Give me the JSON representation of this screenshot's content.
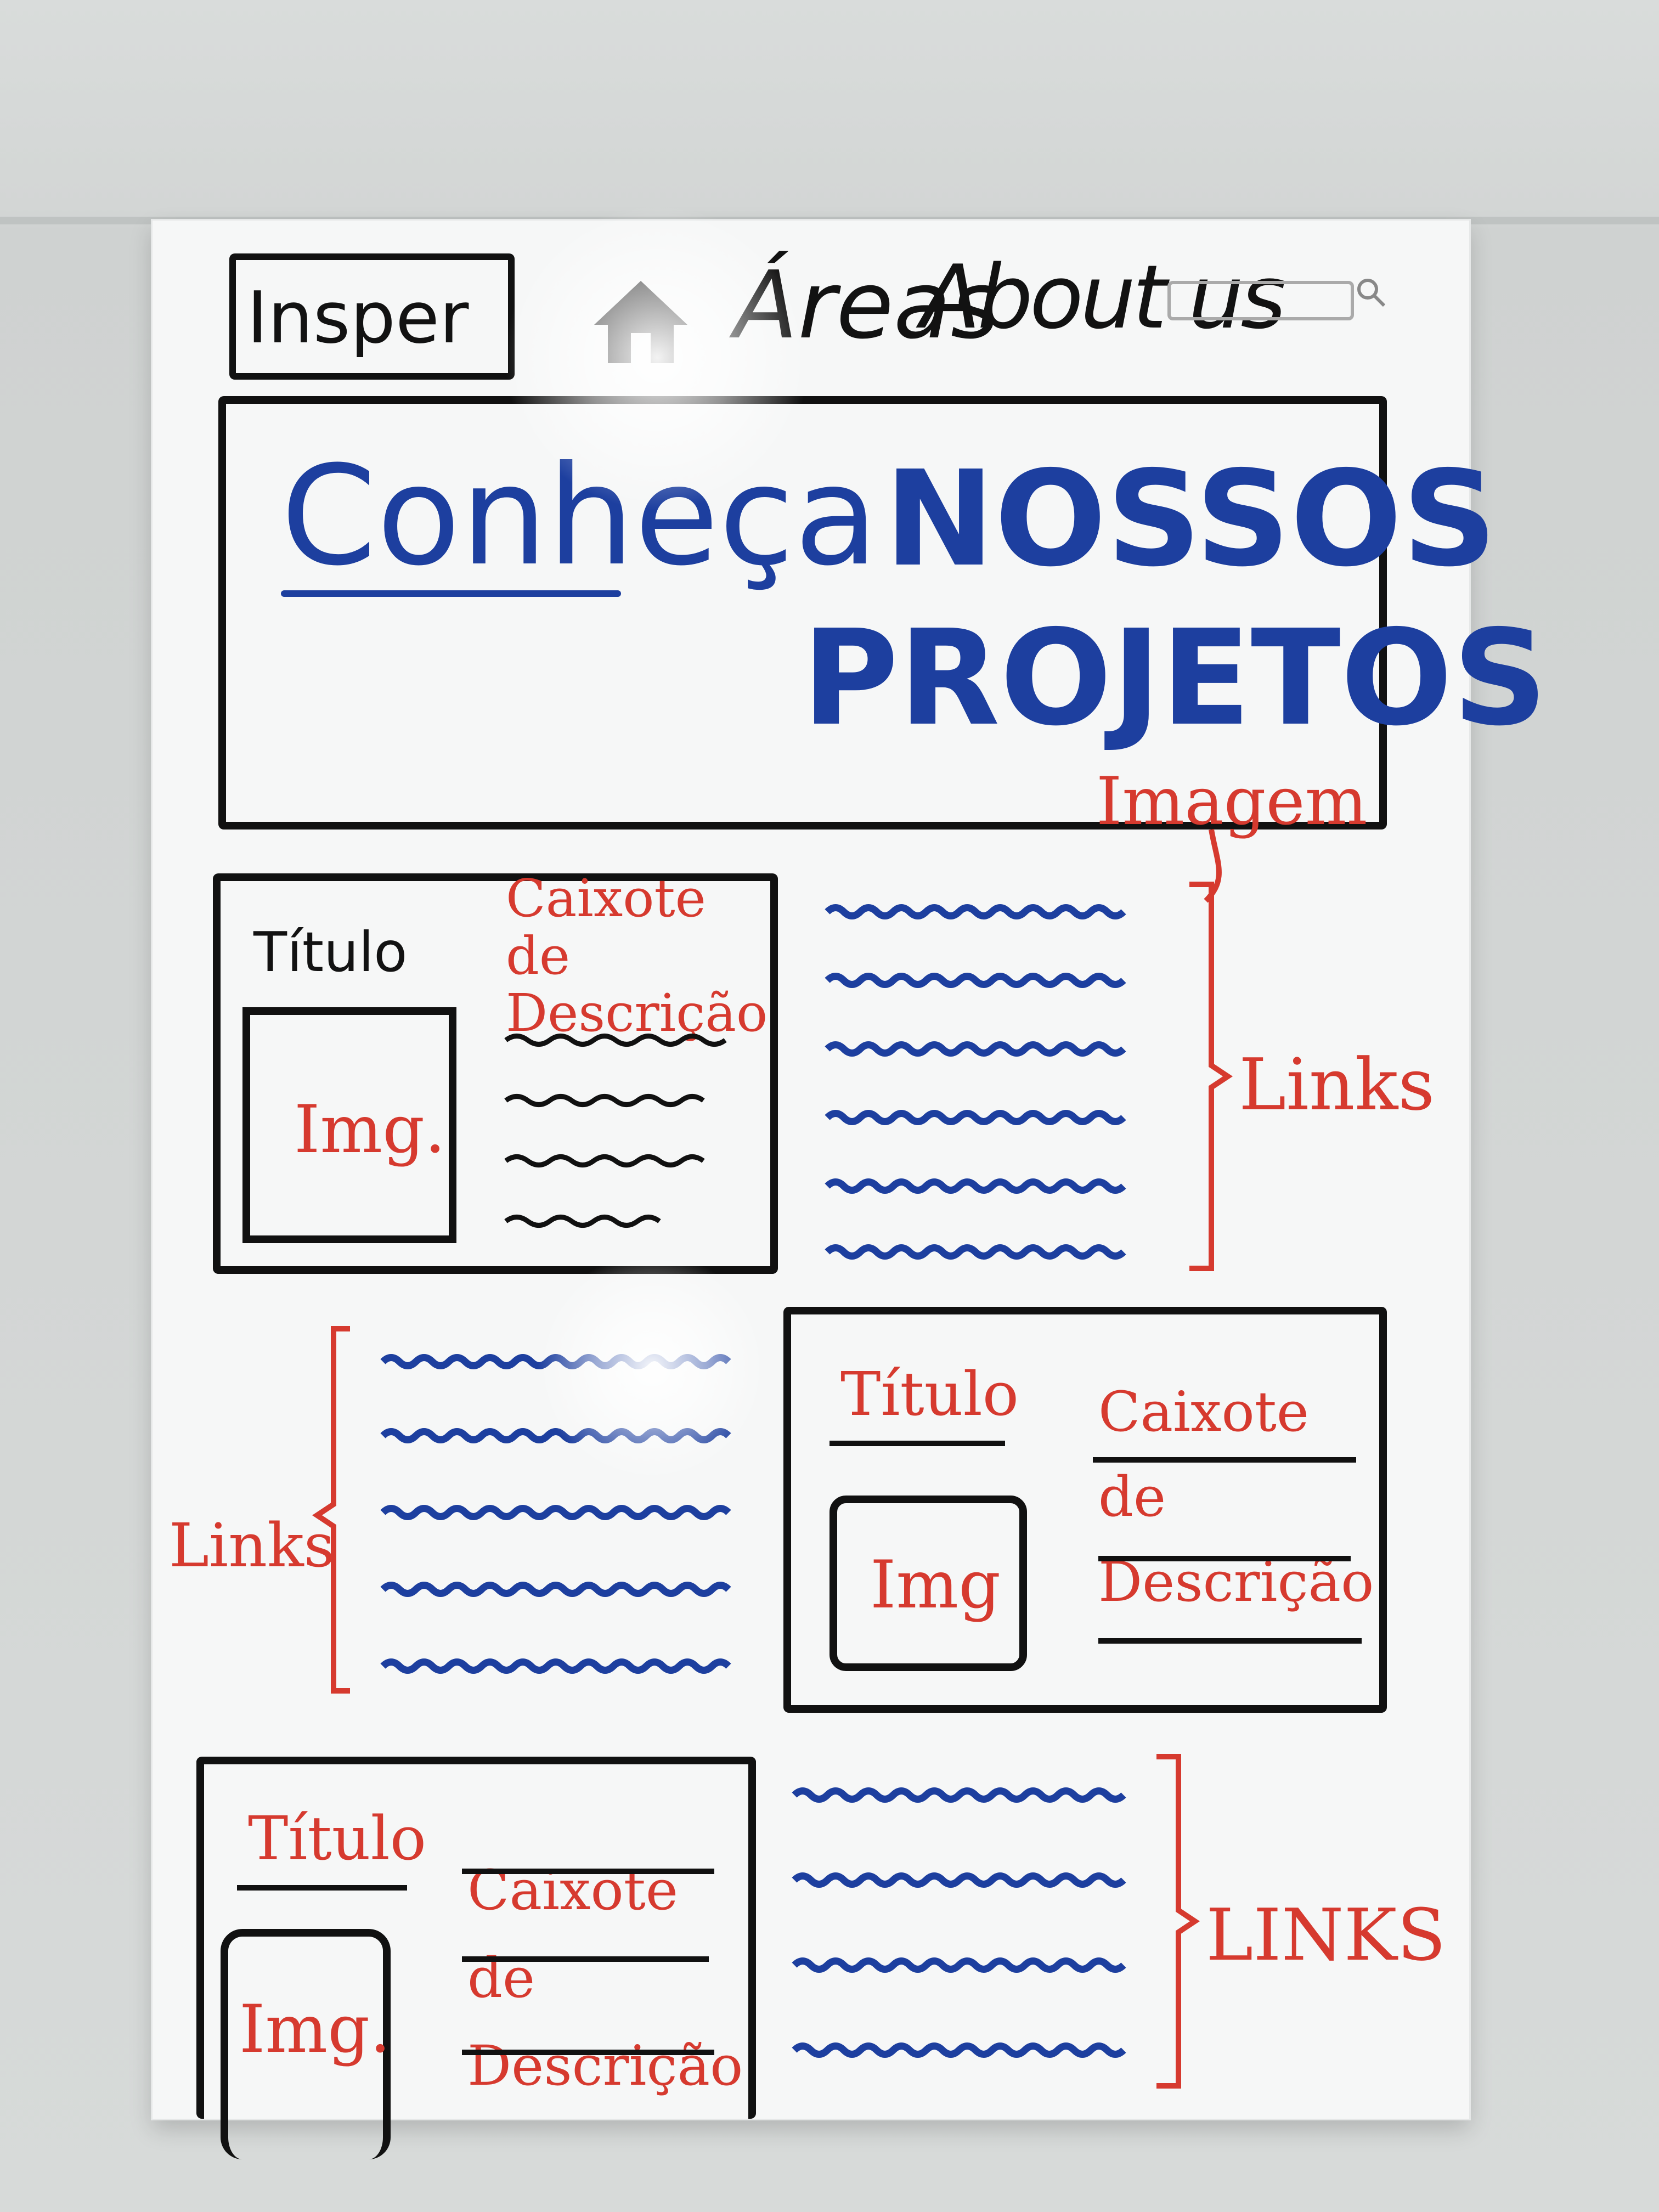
{
  "nav": {
    "logo": "Insper",
    "home_icon": "home-icon",
    "areas": "Áreas",
    "about": "About us",
    "search_icon": "search-icon"
  },
  "hero": {
    "line1": "Conheça",
    "line2a": "NOSSOS",
    "line2b": "PROJETOS",
    "note": "Imagem"
  },
  "sections": [
    {
      "title": "Título",
      "img": "Img.",
      "desc": "Caixote de Descrição",
      "links_label": "Links"
    },
    {
      "title": "Título",
      "img": "Img",
      "desc": "Caixote de Descrição",
      "links_label": "Links"
    },
    {
      "title": "Título",
      "img": "Img.",
      "desc": "Caixote de Descrição",
      "links_label": "LINKS"
    }
  ],
  "colors": {
    "marker_black": "#121212",
    "marker_blue": "#1d3f9f",
    "marker_red": "#d63a2f"
  }
}
